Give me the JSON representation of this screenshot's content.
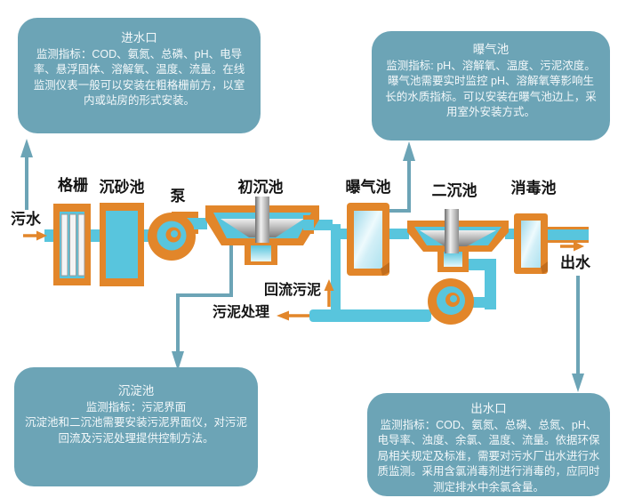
{
  "info_boxes": {
    "inlet": {
      "title": "进水口",
      "body": "监测指标：COD、氨氮、总磷、pH、电导率、悬浮固体、溶解氧、温度、流量。在线监测仪表一般可以安装在粗格栅前方，以室内或站房的形式安装。"
    },
    "aeration": {
      "title": "曝气池",
      "body": "监测指标: pH、溶解氧、温度、污泥浓度。曝气池需要实时监控 pH、溶解氧等影响生长的水质指标。可以安装在曝气池边上，采用室外安装方式。"
    },
    "sedimentation": {
      "title": "沉淀池",
      "body_line1": "监测指标：污泥界面",
      "body": "沉淀池和二沉池需要安装污泥界面仪，对污泥回流及污泥处理提供控制方法。"
    },
    "outlet": {
      "title": "出水口",
      "body": "监测指标：COD、氨氮、总磷、总氮、pH、电导率、浊度、余氯、温度、流量。依据环保局相关规定及标准，需要对污水厂出水进行水质监测。采用含氯消毒剂进行消毒的，应同时测定排水中余氯含量。"
    }
  },
  "process_labels": {
    "influent": "污水",
    "bar_screen": "格栅",
    "grit_chamber": "沉砂池",
    "pump": "泵",
    "primary_clarifier": "初沉池",
    "aeration_tank": "曝气池",
    "secondary_clarifier": "二沉池",
    "disinfection_tank": "消毒池",
    "effluent": "出水",
    "return_sludge": "回流污泥",
    "sludge_treatment": "污泥处理"
  },
  "colors": {
    "info_box_teal": "#6CA4B6",
    "pipe_orange": "#E2862A",
    "water_blue": "#58C5DD",
    "connector_teal": "#6CA4B6",
    "background": "#FFFFFF",
    "label_text": "#141414",
    "box_text": "#F3F8FA"
  }
}
